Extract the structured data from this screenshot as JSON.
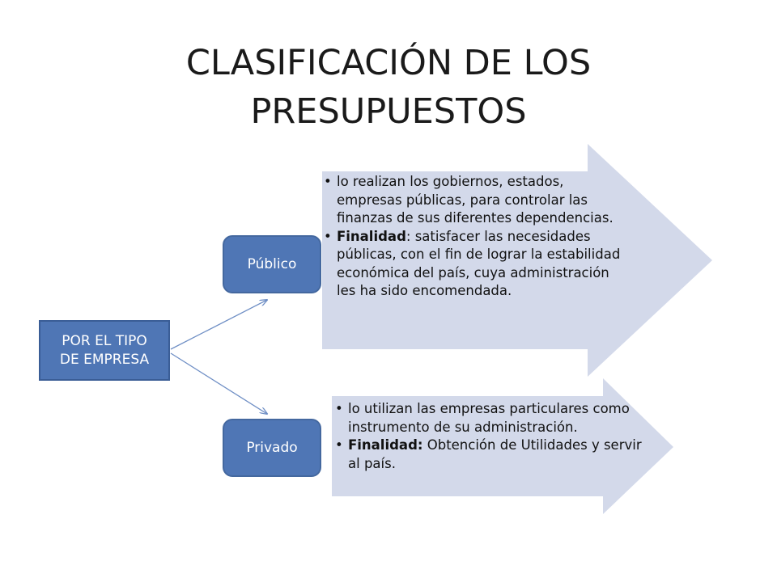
{
  "title": {
    "line1": "CLASIFICACIÓN DE LOS",
    "line2": "PRESUPUESTOS"
  },
  "root": {
    "line1": "POR EL TIPO",
    "line2": "DE EMPRESA"
  },
  "branches": {
    "publico": {
      "label": "Público",
      "bullet1": "lo realizan los gobiernos, estados, empresas públicas, para controlar las finanzas de sus diferentes dependencias.",
      "bullet2_bold": "Finalidad",
      "bullet2_text": ": satisfacer las necesidades públicas, con el fin de lograr la estabilidad económica del país, cuya administración les ha sido encomendada."
    },
    "privado": {
      "label": "Privado",
      "bullet1": "lo utilizan las empresas particulares como instrumento de su administración.",
      "bullet2_bold": "Finalidad:",
      "bullet2_text": " Obtención de Utilidades y servir al país."
    }
  },
  "colors": {
    "node_fill": "#4f76b5",
    "arrow_fill": "#d3d9ea",
    "connector": "#6f8fc5"
  }
}
